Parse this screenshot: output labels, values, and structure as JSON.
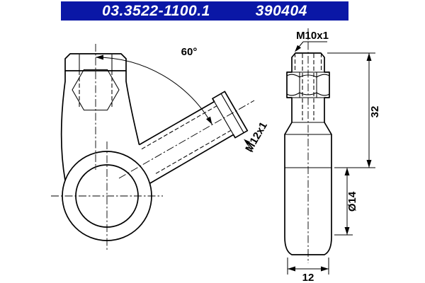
{
  "header": {
    "part_number": "03.3522-1100.1",
    "ref_number": "390404",
    "bg_color": "#0a17a6",
    "text_color": "#ffffff"
  },
  "drawing": {
    "background": "#ffffff",
    "line_color": "#000000",
    "front_view": {
      "labels": {
        "angle": "60°",
        "branch_thread": "M12x1"
      }
    },
    "side_view": {
      "labels": {
        "top_thread": "M10x1",
        "overall_length": "32",
        "diameter": "Ø14",
        "tip_width": "12"
      }
    }
  }
}
